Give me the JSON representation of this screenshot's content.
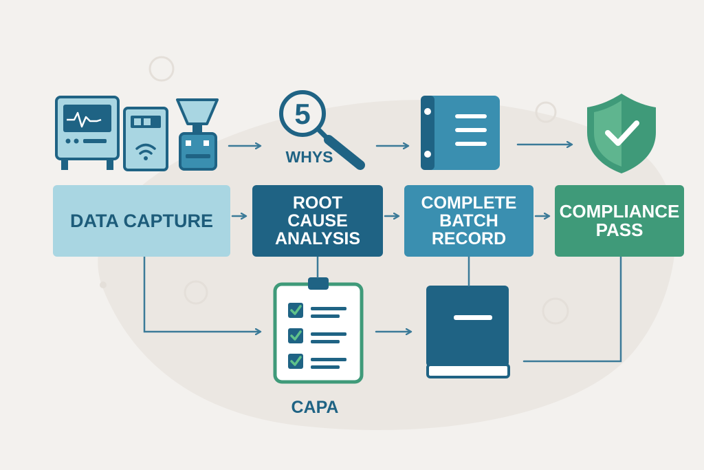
{
  "steps": {
    "data_capture": "DATA CAPTURE",
    "root_cause": "ROOT\nCAUSE\nANALYSIS",
    "batch_record": "COMPLETE\nBATCH\nRECORD",
    "compliance": "COMPLIANCE\nPASS"
  },
  "icons": {
    "whys_number": "5",
    "whys_label": "WHYS",
    "capa_label": "CAPA",
    "names": [
      "monitor-icon",
      "wifi-device-icon",
      "dispenser-icon",
      "magnifier-icon",
      "binder-icon",
      "shield-check-icon",
      "checklist-clipboard-icon",
      "book-icon"
    ]
  },
  "colors": {
    "background": "#f3f1ee",
    "dark_blue": "#1f6384",
    "mid_blue": "#3a8fb0",
    "light_blue": "#a9d6e2",
    "green": "#3f9a79",
    "arrow": "#3b7a98"
  }
}
